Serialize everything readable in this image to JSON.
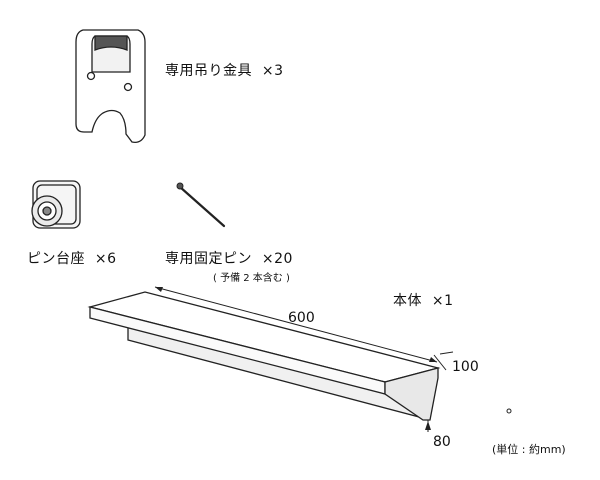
{
  "parts": {
    "hanging_bracket": {
      "name": "専用吊り金具",
      "qty": "×3"
    },
    "pin_base": {
      "name": "ピン台座",
      "qty": "×6"
    },
    "fixing_pin": {
      "name": "専用固定ピン",
      "qty": "×20",
      "note": "( 予備 2 本含む )"
    },
    "main_body": {
      "name": "本体",
      "qty": "×1"
    }
  },
  "dimensions": {
    "length": "600",
    "depth": "100",
    "height": "80"
  },
  "unit_note": "(単位 : 約mm)"
}
